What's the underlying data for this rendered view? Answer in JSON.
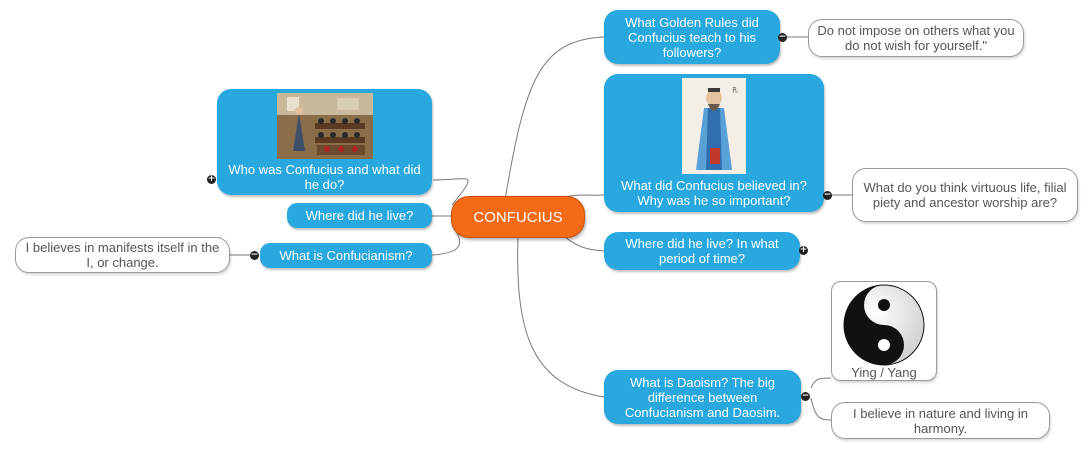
{
  "central": {
    "label": "CONFUCIUS"
  },
  "left": {
    "who": {
      "label": "Who was Confucius and what did he do?",
      "image": "classroom-painting"
    },
    "where": {
      "label": "Where did he live?"
    },
    "what_is": {
      "label": "What is Confucianism?"
    },
    "what_is_note": {
      "label": "I believes in manifests itself in the I, or change."
    }
  },
  "right": {
    "golden": {
      "label": "What Golden Rules did Confucius teach to his followers?"
    },
    "golden_note": {
      "label": "Do not impose on others what you do not wish for yourself.\""
    },
    "believed": {
      "label": "What did Confucius believed in? Why was he so important?",
      "image": "confucius-portrait"
    },
    "believed_note": {
      "label": "What do you think virtuous life, filial piety and ancestor worship are?"
    },
    "where_when": {
      "label": "Where did he live? In what period of time?"
    },
    "daoism": {
      "label": "What is Daoism? The big difference between Confucianism and Daosim."
    },
    "yinyang": {
      "label": "Ying / Yang",
      "image": "yin-yang-symbol"
    },
    "nature_note": {
      "label": "I believe in nature and living in harmony."
    }
  },
  "toggles": {
    "expand": "+",
    "collapse": "−"
  },
  "colors": {
    "topic": "#29a8e0",
    "central": "#f56a14",
    "note_border": "#9a9a9a",
    "line": "#7a7a7a"
  }
}
